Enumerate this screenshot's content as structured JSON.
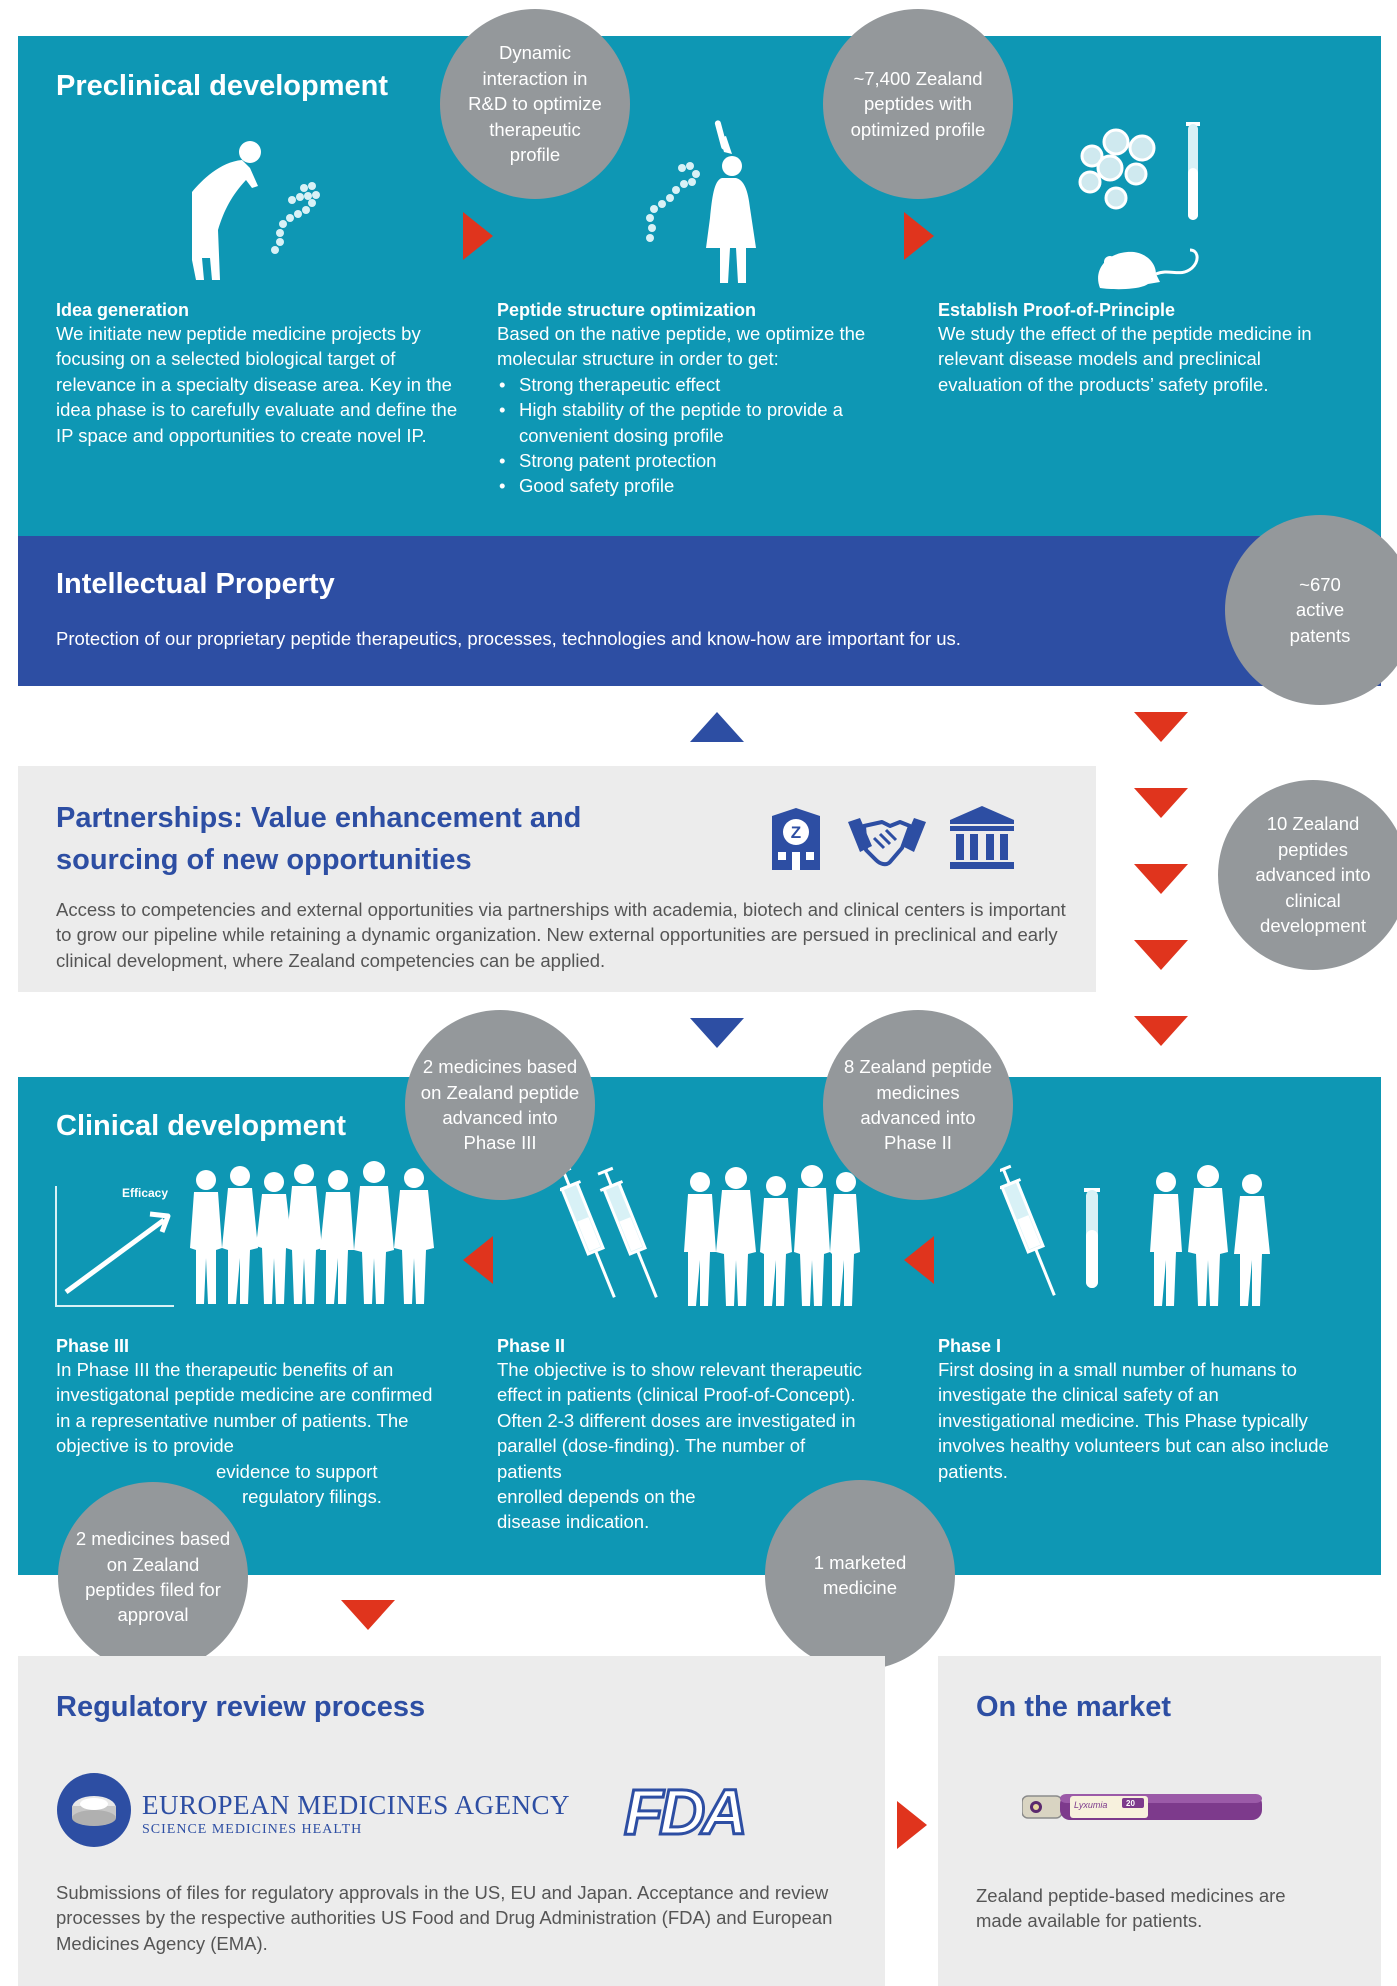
{
  "preclinical": {
    "title": "Preclinical development",
    "bubble1": "Dynamic interaction in R&D to optimize therapeutic profile",
    "bubble2": "~7,400 Zealand peptides with optimized profile",
    "idea": {
      "title": "Idea generation",
      "text": "We initiate new peptide medicine projects by focusing on a selected biological target of relevance in a specialty disease area. Key in the idea phase is to carefully evaluate and define the IP space and opportunities to create novel IP."
    },
    "optimization": {
      "title": "Peptide structure optimization",
      "text": "Based on the native peptide, we optimize the molecular structure in order to get:",
      "bullets": [
        "Strong therapeutic effect",
        "High stability of the peptide to provide a convenient dosing profile",
        "Strong patent protection",
        "Good safety profile"
      ]
    },
    "proof": {
      "title": "Establish Proof-of-Principle",
      "text": "We study the effect of the peptide medicine in relevant disease models and preclinical evaluation of the products’ safety profile."
    }
  },
  "ip": {
    "title": "Intellectual Property",
    "text": "Protection of our proprietary peptide therapeutics, processes, technologies and know-how are important for us.",
    "bubble": "~670 active patents"
  },
  "partnerships": {
    "title_line1": "Partnerships: Value enhancement and",
    "title_line2": "sourcing of new opportunities",
    "text": "Access to competencies and external opportunities via partnerships with academia, biotech and clinical centers is important to grow our pipeline while retaining a dynamic organization. New external opportunities are persued in preclinical and early clinical development, where Zealand competencies can be applied.",
    "bubble": "10 Zealand peptides advanced into clinical development",
    "logo_letter": "Z"
  },
  "clinical": {
    "title": "Clinical development",
    "bubble1": "2 medicines based on Zealand peptide advanced into Phase III",
    "bubble2": "8 Zealand peptide medicines advanced into Phase II",
    "efficacy_label": "Efficacy",
    "phase3": {
      "title": "Phase III",
      "text_a": "In Phase III the therapeutic benefits of an investigatonal peptide medicine are confirmed in a representative number of patients. The objective is to provide",
      "text_b": "evidence to support",
      "text_c": "regulatory filings."
    },
    "phase2": {
      "title": "Phase II",
      "text_a": "The objective is to show relevant therapeutic effect in patients (clinical Proof-of-Concept). Often 2-3 different doses are investigated in parallel (dose-finding). The number of patients",
      "text_b": "enrolled depends on the",
      "text_c": "disease indication."
    },
    "phase1": {
      "title": "Phase I",
      "text": "First dosing in a small number of humans to investigate the clinical safety of an investigational medicine. This Phase typically involves healthy volunteers but can also include patients."
    },
    "bubble_filed": "2 medicines based on Zealand peptides filed for approval",
    "bubble_marketed": "1 marketed medicine"
  },
  "regulatory": {
    "title": "Regulatory review process",
    "ema_name": "EUROPEAN MEDICINES AGENCY",
    "ema_tagline": "SCIENCE MEDICINES HEALTH",
    "fda": "FDA",
    "text": "Submissions of files for regulatory approvals in the US, EU and Japan. Acceptance and review processes by the respective authorities US Food and Drug Administration (FDA) and European Medicines Agency (EMA)."
  },
  "market": {
    "title": "On the market",
    "pen_label": "Lyxumia",
    "pen_dose": "20",
    "text": "Zealand peptide-based medicines are made available for patients."
  }
}
